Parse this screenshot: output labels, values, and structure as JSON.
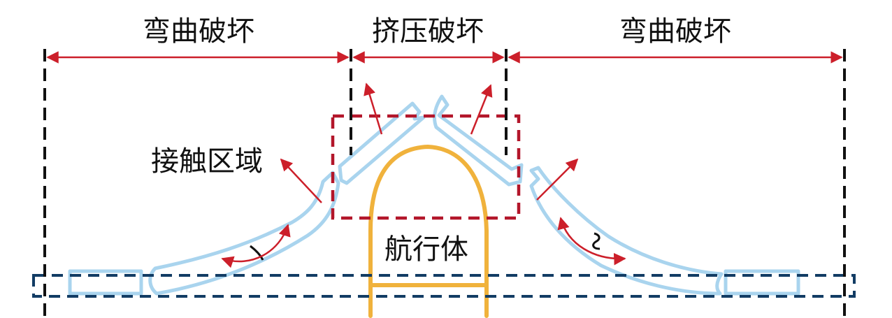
{
  "labels": {
    "bending_left": "弯曲破坏",
    "crushing": "挤压破坏",
    "bending_right": "弯曲破坏",
    "contact_zone": "接触区域",
    "vehicle": "航行体"
  },
  "colors": {
    "ice": "#a9d4ee",
    "vehicle": "#f0b23c",
    "red": "#cc1f2a",
    "dash_red": "#b3162a",
    "dash_blue": "#123c64",
    "dash_black": "#111111"
  }
}
